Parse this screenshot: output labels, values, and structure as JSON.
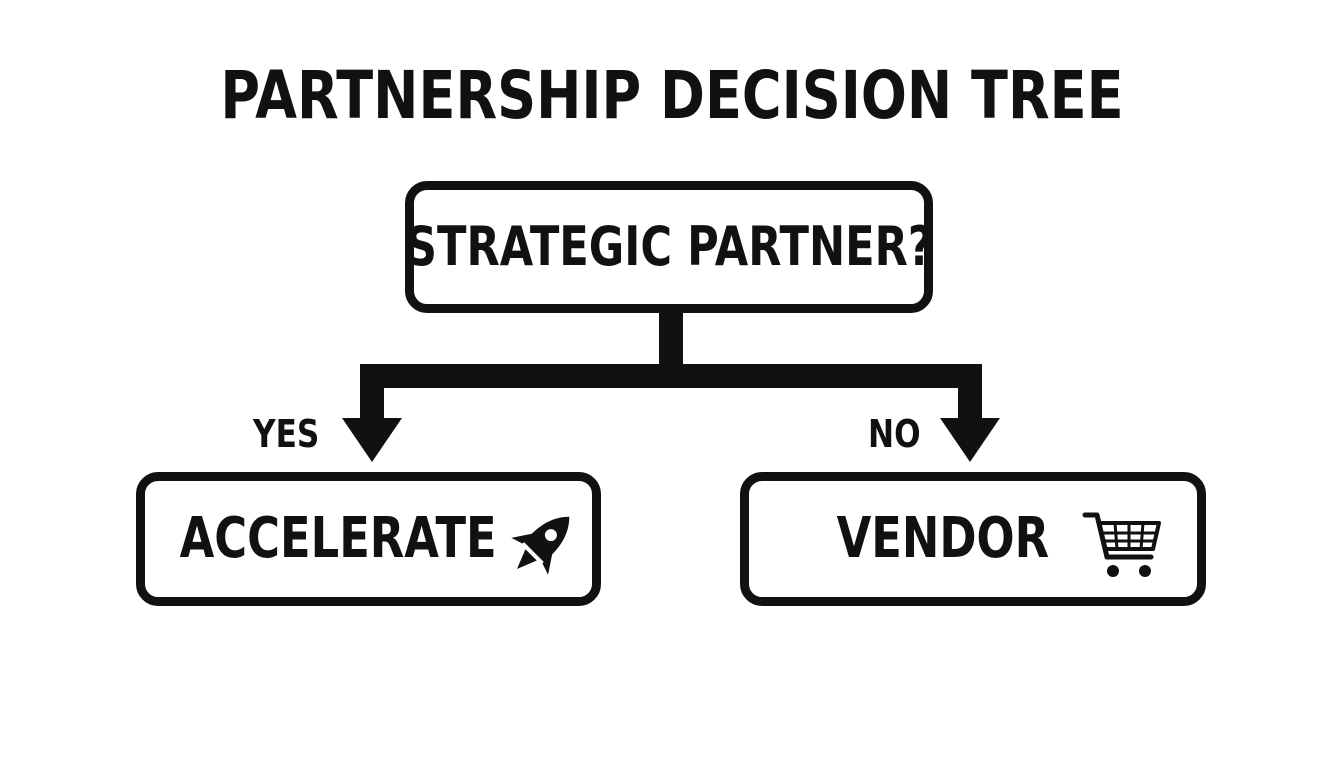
{
  "title": "PARTNERSHIP DECISION TREE",
  "question": "STRATEGIC PARTNER?",
  "branches": {
    "yes": {
      "label": "YES",
      "outcome": "ACCELERATE",
      "icon": "rocket-icon"
    },
    "no": {
      "label": "NO",
      "outcome": "VENDOR",
      "icon": "shopping-cart-icon"
    }
  },
  "colors": {
    "stroke": "#111111",
    "background": "#ffffff"
  }
}
